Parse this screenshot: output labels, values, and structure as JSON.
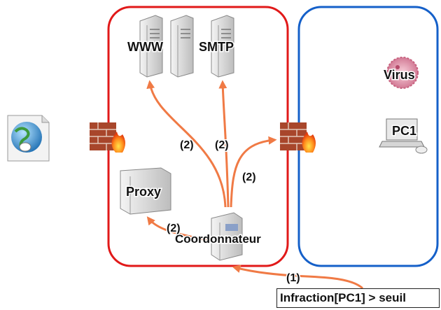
{
  "zones": {
    "dmz_color": "#e11919",
    "lan_color": "#1560c9"
  },
  "arrow_color": "#f07a45",
  "nodes": {
    "www": "WWW",
    "smtp": "SMTP",
    "virus": "Virus",
    "pc1": "PC1",
    "proxy": "Proxy",
    "coordinator": "Coordonnateur"
  },
  "step_labels": {
    "to_www": "(2)",
    "to_smtp": "(2)",
    "to_firewall": "(2)",
    "to_proxy": "(2)",
    "trigger": "(1)"
  },
  "trigger_text": "Infraction[PC1] > seuil",
  "icons": [
    "internet-globe-icon",
    "firewall-icon",
    "server-icon",
    "virus-icon",
    "laptop-icon"
  ]
}
